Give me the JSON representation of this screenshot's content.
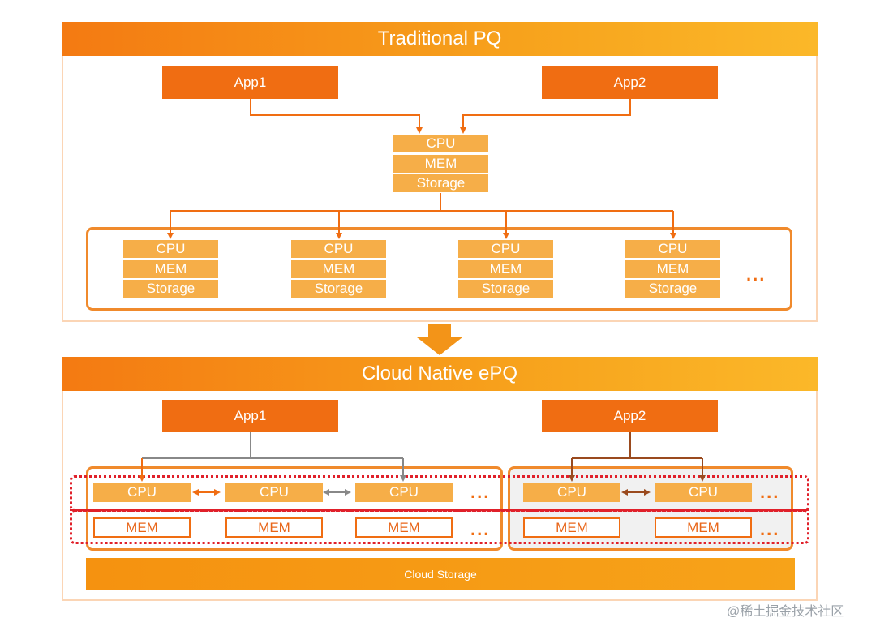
{
  "traditional": {
    "title": "Traditional PQ",
    "app1": "App1",
    "app2": "App2",
    "center_node": [
      "CPU",
      "MEM",
      "Storage"
    ],
    "nodes": [
      [
        "CPU",
        "MEM",
        "Storage"
      ],
      [
        "CPU",
        "MEM",
        "Storage"
      ],
      [
        "CPU",
        "MEM",
        "Storage"
      ],
      [
        "CPU",
        "MEM",
        "Storage"
      ]
    ],
    "ellipsis": "..."
  },
  "cloud_native": {
    "title": "Cloud Native ePQ",
    "app1": "App1",
    "app2": "App2",
    "group1_cpu": [
      "CPU",
      "CPU",
      "CPU"
    ],
    "group1_mem": [
      "MEM",
      "MEM",
      "MEM"
    ],
    "group2_cpu": [
      "CPU",
      "CPU"
    ],
    "group2_mem": [
      "MEM",
      "MEM"
    ],
    "ellipsis": "...",
    "storage": "Cloud Storage"
  },
  "watermark": "@稀土掘金技术社区",
  "colors": {
    "orange": "#f06d12",
    "light_orange": "#f6ae48",
    "red_dotted": "#e0202a",
    "grey_arrow": "#888888",
    "brown_arrow": "#9a4a1e"
  }
}
